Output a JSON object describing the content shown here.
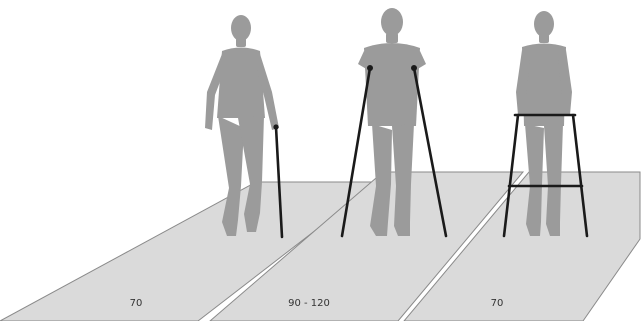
{
  "lanes": [
    {
      "aid": "cane",
      "width_label": "70"
    },
    {
      "aid": "crutches",
      "width_label": "90 - 120"
    },
    {
      "aid": "walking-frame",
      "width_label": "70"
    }
  ],
  "colors": {
    "background": "#ffffff",
    "lane_fill": "#dadada",
    "figure_fill": "#9b9b9b",
    "aid_stroke": "#1a1a1a"
  }
}
